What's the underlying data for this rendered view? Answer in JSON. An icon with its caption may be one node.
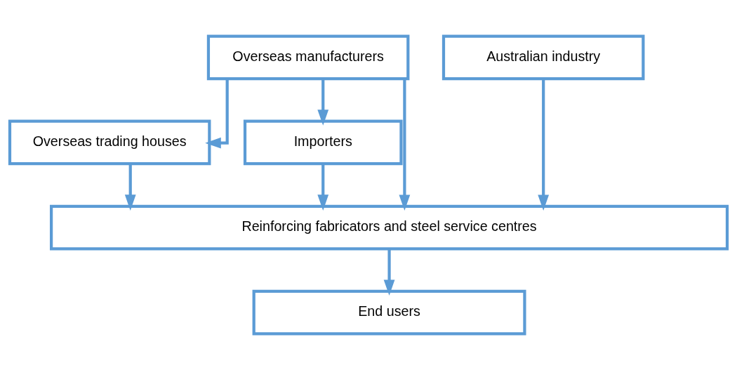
{
  "diagram": {
    "nodes": [
      {
        "text": [
          "Overseas manufacturers"
        ]
      },
      {
        "text": [
          "Australian industry"
        ]
      },
      {
        "text": [
          "Overseas trading houses"
        ]
      },
      {
        "text": [
          "Importers"
        ]
      },
      {
        "text": [
          "Reinforcing fabricators and steel service centres"
        ]
      },
      {
        "text": [
          "End users"
        ]
      }
    ],
    "edges": [
      {
        "from": 0,
        "to": 2,
        "arrow": "to"
      },
      {
        "from": 0,
        "to": 3,
        "arrow": "to"
      },
      {
        "from": 0,
        "to": 4,
        "arrow": "to"
      },
      {
        "from": 1,
        "to": 4,
        "arrow": "to"
      },
      {
        "from": 2,
        "to": 4,
        "arrow": "to"
      },
      {
        "from": 3,
        "to": 4,
        "arrow": "to"
      },
      {
        "from": 4,
        "to": 5,
        "arrow": "to"
      }
    ]
  }
}
